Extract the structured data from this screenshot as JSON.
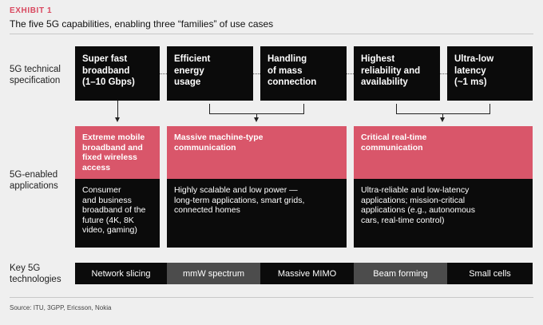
{
  "header": {
    "exhibit": "EXHIBIT 1",
    "title": "The five 5G capabilities, enabling three “families” of use cases"
  },
  "row_labels": {
    "spec": [
      "5G technical",
      "specification"
    ],
    "apps": [
      "5G-enabled",
      "applications"
    ],
    "tech": [
      "Key 5G",
      "technologies"
    ]
  },
  "specs": [
    {
      "lines": [
        "Super fast",
        "broadband",
        "(1–10 Gbps)"
      ]
    },
    {
      "lines": [
        "Efficient",
        "energy",
        "usage"
      ]
    },
    {
      "lines": [
        "Handling",
        "of mass",
        "connection"
      ]
    },
    {
      "lines": [
        "Highest",
        "reliability and",
        "availability"
      ]
    },
    {
      "lines": [
        "Ultra-low",
        "latency",
        "(~1 ms)"
      ]
    }
  ],
  "families": [
    {
      "title": [
        "Extreme mobile",
        "broadband and",
        "fixed wireless",
        "access"
      ],
      "desc": [
        "Consumer",
        "and business",
        "broadband of the",
        "future (4K, 8K",
        "video, gaming)"
      ]
    },
    {
      "title": [
        "Massive machine-type",
        "communication"
      ],
      "desc": [
        "Highly scalable and low power —",
        "long-term applications, smart grids,",
        "connected homes"
      ]
    },
    {
      "title": [
        "Critical real-time",
        "communication"
      ],
      "desc": [
        "Ultra-reliable and low-latency",
        "applications; mission-critical",
        "applications (e.g., autonomous",
        "cars, real-time control)"
      ]
    }
  ],
  "technologies": [
    "Network slicing",
    "mmW spectrum",
    "Massive MIMO",
    "Beam forming",
    "Small cells"
  ],
  "source": "Source: ITU, 3GPP, Ericsson, Nokia"
}
